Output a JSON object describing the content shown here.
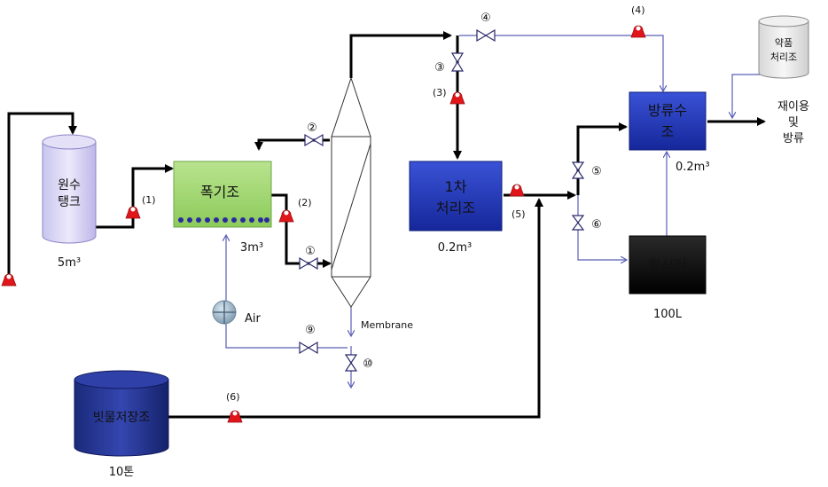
{
  "tanks": {
    "raw_tank_label_1": "원수",
    "raw_tank_label_2": "탱크",
    "raw_tank_volume": "5m³",
    "rain_tank_label": "빗물저장조",
    "rain_tank_volume": "10톤",
    "chem_tank_label_1": "약품",
    "chem_tank_label_2": "처리조"
  },
  "units": {
    "aeration_label": "폭기조",
    "aeration_volume": "3m³",
    "primary_label_1": "1차",
    "primary_label_2": "처리조",
    "primary_volume": "0.2m³",
    "discharge_label_1": "방류수",
    "discharge_label_2": "조",
    "discharge_volume": "0.2m³",
    "carbon_label": "활성탄",
    "carbon_volume": "100L",
    "membrane_label": "Membrane",
    "blower_label": "Air"
  },
  "pump_labels": {
    "p1": "(1)",
    "p2": "(2)",
    "p3": "(3)",
    "p4": "(4)",
    "p5": "(5)",
    "p6": "(6)"
  },
  "valve_labels": {
    "v1": "①",
    "v2": "②",
    "v3": "③",
    "v4": "④",
    "v5": "⑤",
    "v6": "⑥",
    "v9": "⑨",
    "v10": "⑩"
  },
  "outlet": {
    "line1": "재이용",
    "line2": "및",
    "line3": "방류"
  },
  "colors": {
    "pipe_main": "#000000",
    "pipe_thin": "#5b5fb5",
    "pump": "#e0161b",
    "unit_blue": "#1f35b8",
    "aeration_green": "#9bd66a",
    "bubbles": "#2a2aa0",
    "carbon_black": "#0a0a0a"
  }
}
